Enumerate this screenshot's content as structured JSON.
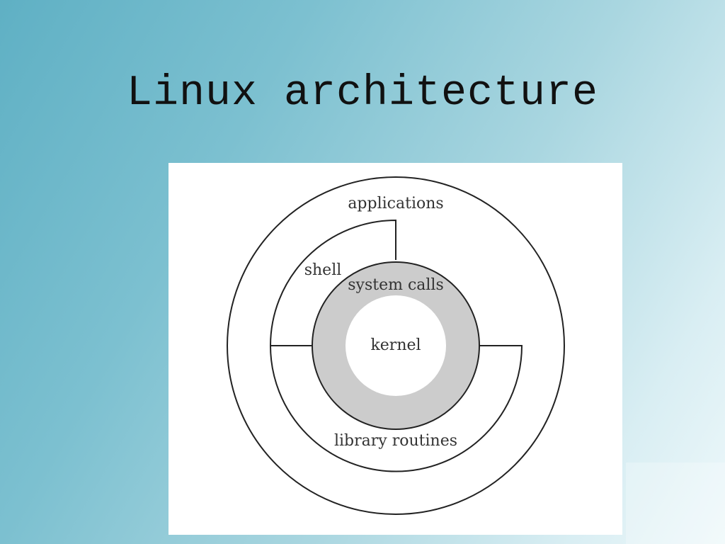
{
  "slide": {
    "title": "Linux architecture"
  },
  "diagram": {
    "layers": {
      "outer": "applications",
      "middle": "shell",
      "ring": "system calls",
      "core": "kernel",
      "lower": "library routines"
    },
    "colors": {
      "ring_fill": "#cccccc",
      "line": "#222222",
      "panel": "#ffffff"
    }
  }
}
